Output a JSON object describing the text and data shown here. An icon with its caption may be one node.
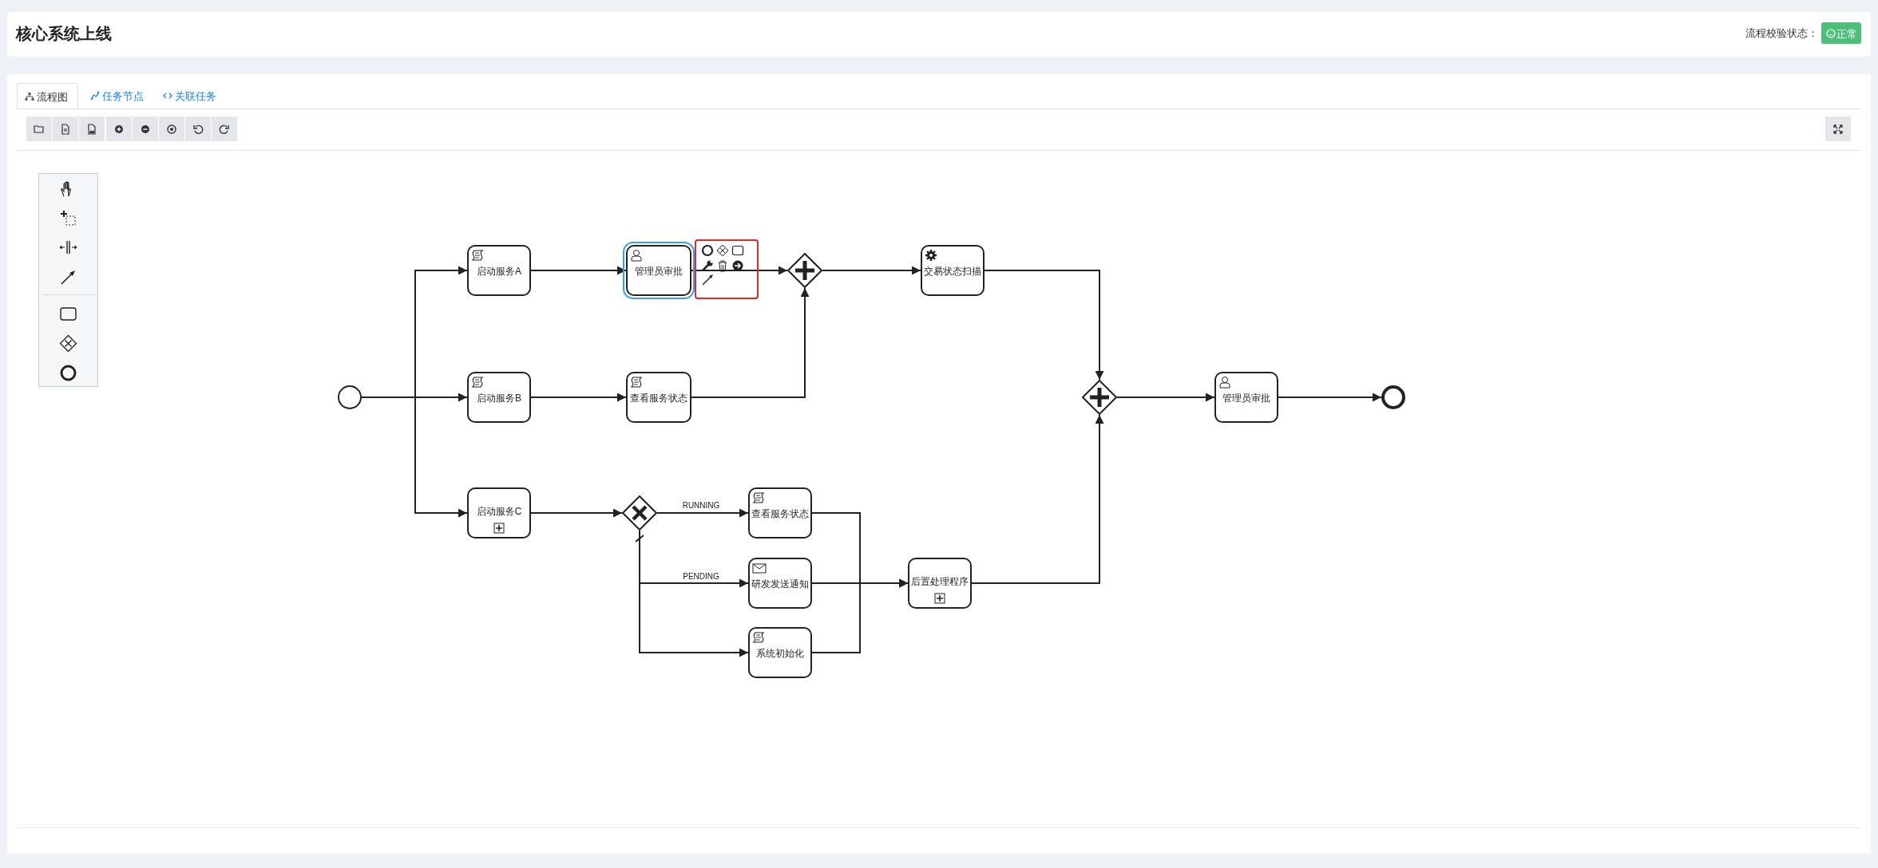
{
  "diagram": {
    "title": "核心系统上线",
    "nodes": [
      {
        "text": [],
        "shape": "circle"
      },
      {
        "text": [
          "启动服务A"
        ]
      },
      {
        "text": [
          "管理员审批"
        ]
      },
      {
        "text": [],
        "shape": "diamond"
      },
      {
        "text": [
          "交易状态扫描"
        ]
      },
      {
        "text": [
          "启动服务B"
        ]
      },
      {
        "text": [
          "查看服务状态"
        ]
      },
      {
        "text": [],
        "shape": "diamond"
      },
      {
        "text": [
          "管理员审批"
        ]
      },
      {
        "text": [],
        "shape": "circle"
      },
      {
        "text": [
          "启动服务C"
        ]
      },
      {
        "text": [],
        "shape": "diamond"
      },
      {
        "text": [
          "查看服务状态"
        ]
      },
      {
        "text": [
          "研发发送通知"
        ]
      },
      {
        "text": [
          "系统初始化"
        ]
      },
      {
        "text": [
          "后置处理程序"
        ]
      }
    ],
    "edges": [
      {
        "from": 0,
        "to": 1,
        "arrow": "to"
      },
      {
        "from": 0,
        "to": 5,
        "arrow": "to"
      },
      {
        "from": 0,
        "to": 10,
        "arrow": "to"
      },
      {
        "from": 1,
        "to": 2,
        "arrow": "to"
      },
      {
        "from": 2,
        "to": 3,
        "arrow": "to"
      },
      {
        "from": 5,
        "to": 6,
        "arrow": "to"
      },
      {
        "from": 6,
        "to": 3,
        "arrow": "to"
      },
      {
        "from": 3,
        "to": 4,
        "arrow": "to"
      },
      {
        "from": 4,
        "to": 7,
        "arrow": "to"
      },
      {
        "from": 7,
        "to": 8,
        "arrow": "to"
      },
      {
        "from": 8,
        "to": 9,
        "arrow": "to"
      },
      {
        "from": 10,
        "to": 11,
        "arrow": "to"
      },
      {
        "from": 11,
        "to": 12,
        "label": "RUNNING",
        "arrow": "to"
      },
      {
        "from": 11,
        "to": 13,
        "label": "PENDING",
        "arrow": "to"
      },
      {
        "from": 11,
        "to": 14,
        "arrow": "to"
      },
      {
        "from": 12,
        "to": 15,
        "arrow": "to"
      },
      {
        "from": 13,
        "to": 15,
        "arrow": "to"
      },
      {
        "from": 14,
        "to": 15,
        "arrow": "to"
      },
      {
        "from": 15,
        "to": 7,
        "arrow": "to"
      }
    ],
    "labels": [
      "流程校验状态：",
      "正常",
      "流程图",
      "任务节点",
      "关联任务"
    ]
  }
}
